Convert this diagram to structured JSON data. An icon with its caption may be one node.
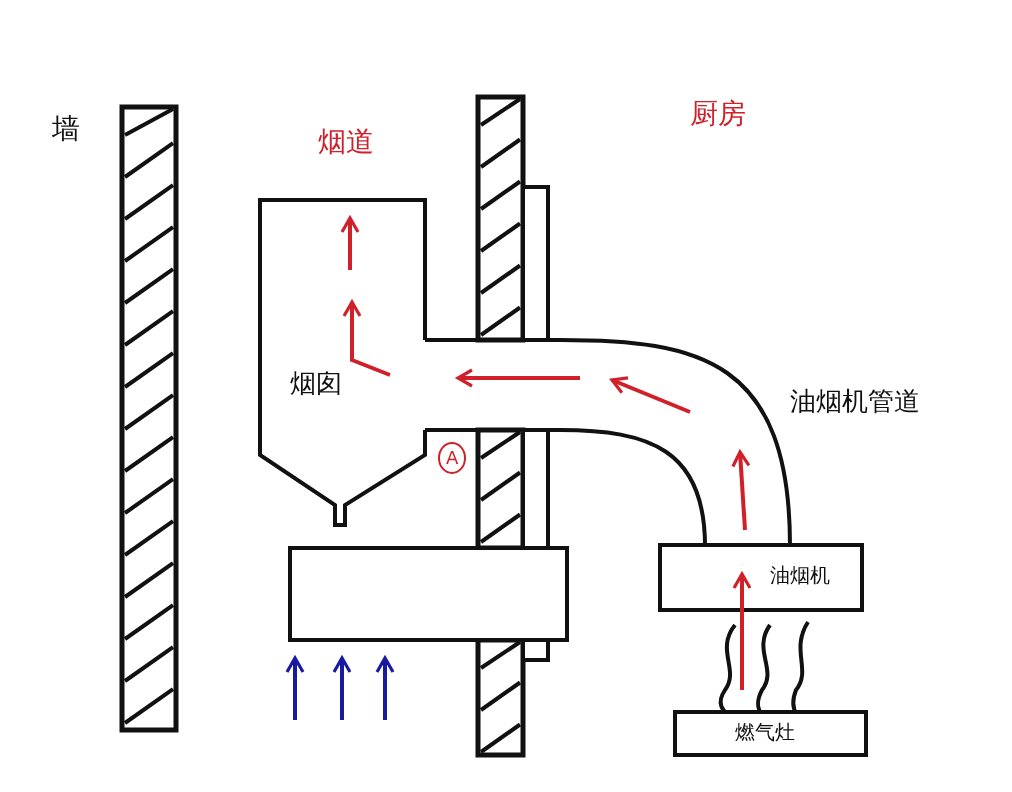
{
  "diagram": {
    "nodes": [
      {
        "text": [
          "烟囱"
        ]
      },
      {
        "text": [
          "油烟机管道"
        ]
      },
      {
        "text": [],
        "shape": "box"
      },
      {
        "text": [
          "油烟机"
        ]
      },
      {
        "text": [
          "燃气灶"
        ]
      }
    ],
    "labels": [
      "墙",
      "烟道",
      "厨房",
      "A"
    ]
  }
}
